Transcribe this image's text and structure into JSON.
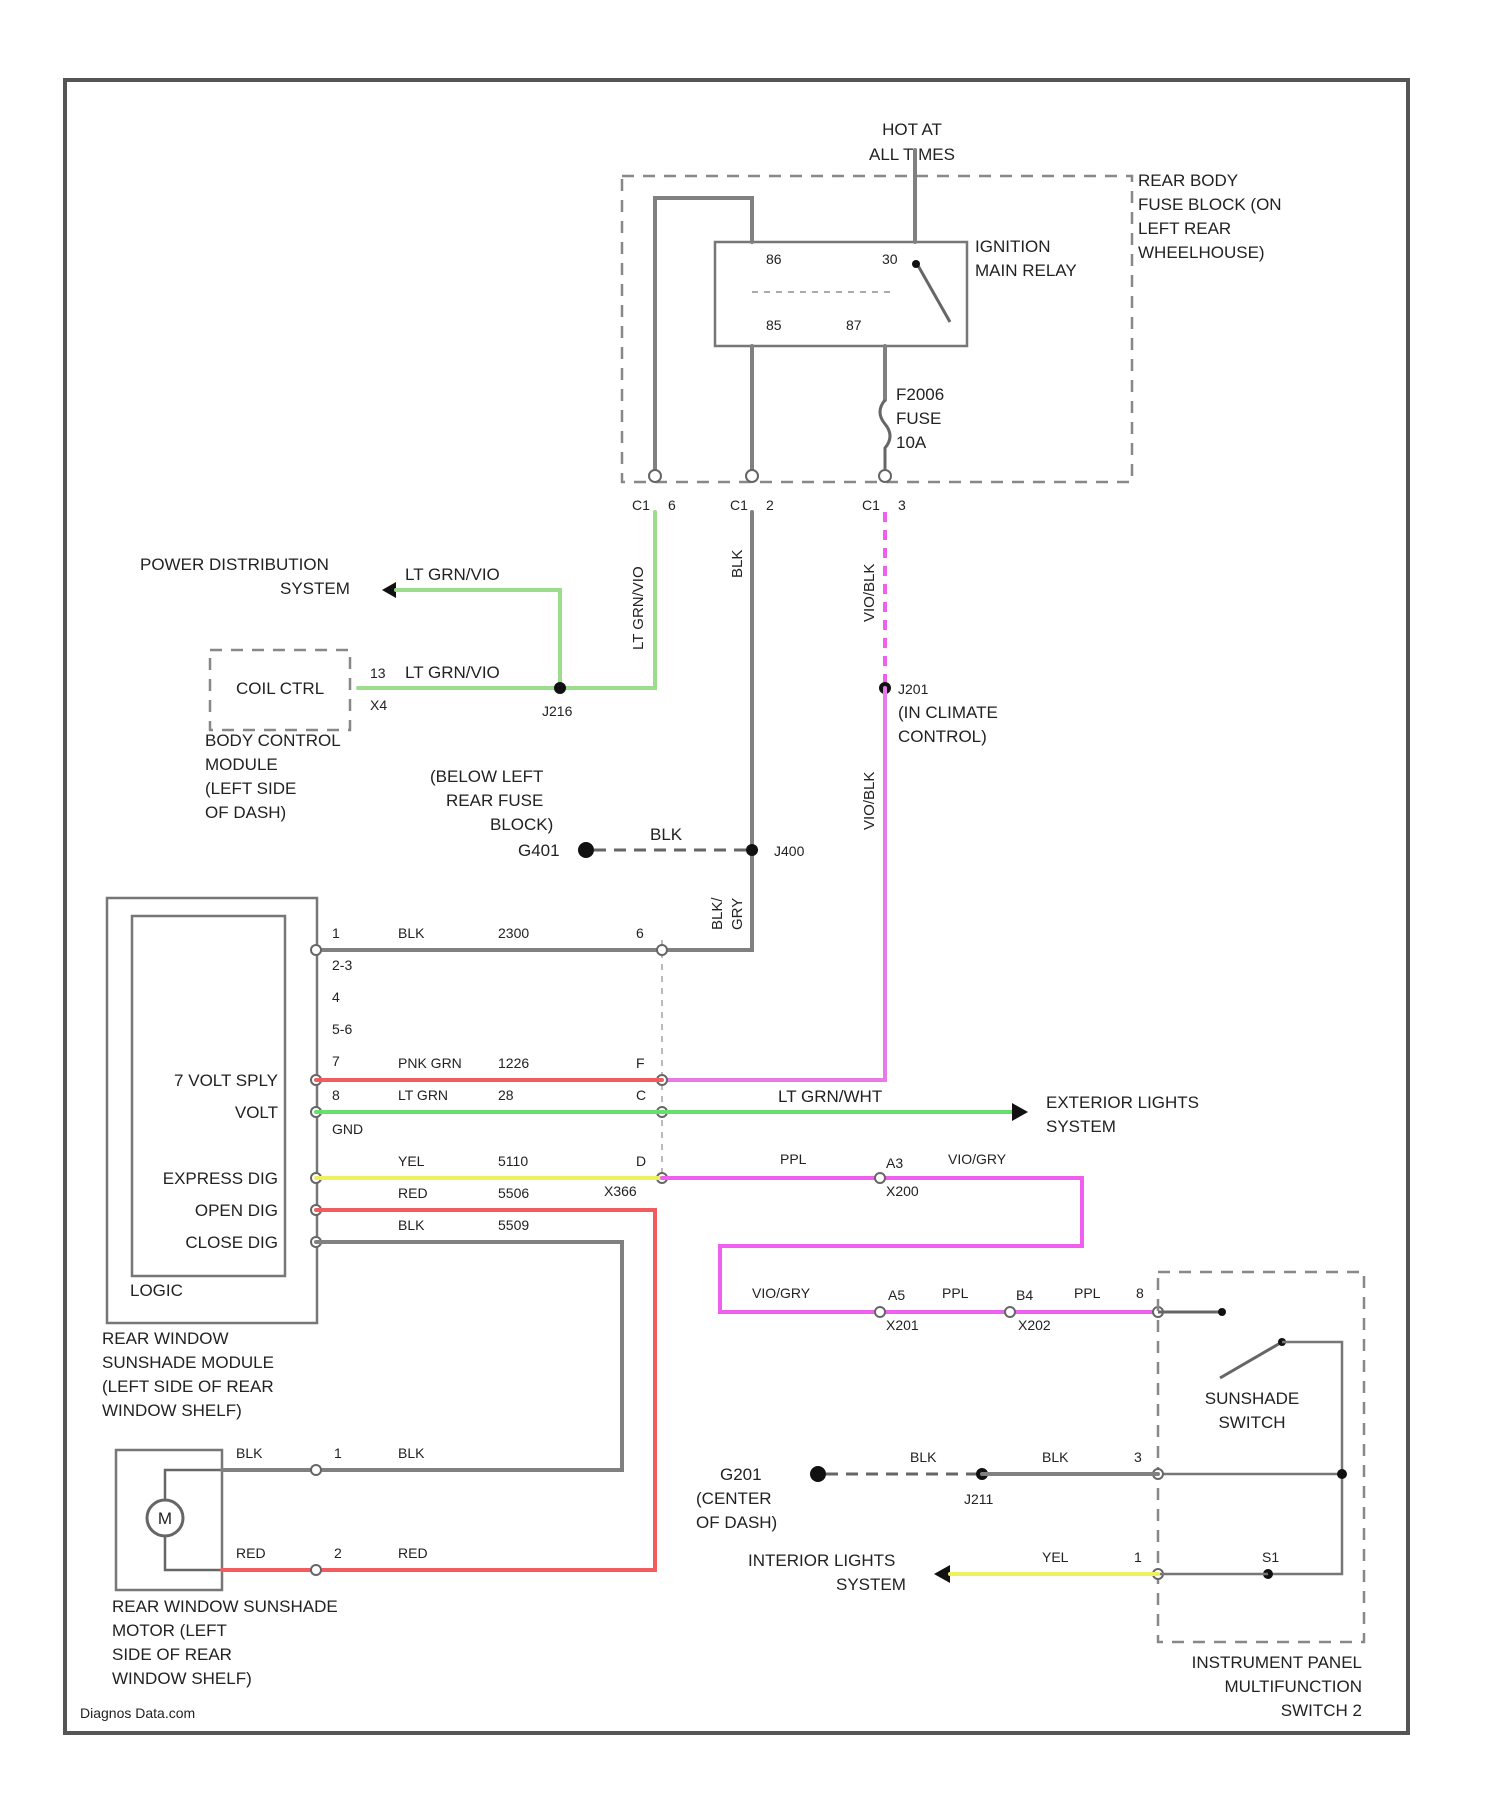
{
  "source": "Diagnos Data.com",
  "power": {
    "hot_line1": "HOT AT",
    "hot_line2": "ALL TIMES"
  },
  "fuse_block": {
    "label": [
      "REAR BODY",
      "FUSE BLOCK (ON",
      "LEFT REAR",
      "WHEELHOUSE)"
    ],
    "relay_label": [
      "IGNITION",
      "MAIN RELAY"
    ],
    "relay_pins": [
      "86",
      "30",
      "85",
      "87"
    ],
    "fuse_label": [
      "F2006",
      "FUSE",
      "10A"
    ],
    "connector_ids": [
      "C1",
      "C1",
      "C1"
    ],
    "connector_pins": [
      "6",
      "2",
      "3"
    ]
  },
  "power_distribution": {
    "line1": "POWER DISTRIBUTION",
    "line2": "SYSTEM",
    "wire": "LT GRN/VIO"
  },
  "bcm": {
    "inner_label": "COIL CTRL",
    "pin": "13",
    "connector": "X4",
    "wire": "LT GRN/VIO",
    "splice": "J216",
    "label": [
      "BODY CONTROL",
      "MODULE",
      "(LEFT SIDE",
      "OF DASH)"
    ]
  },
  "vertical_wires": {
    "green": "LT GRN/VIO",
    "blk": "BLK",
    "violet_top": "VIO/BLK",
    "violet_mid": "VIO/BLK"
  },
  "climate": {
    "splice": "J201",
    "line1": "(IN CLIMATE",
    "line2": "CONTROL)"
  },
  "ground1": {
    "label": [
      "(BELOW LEFT",
      "REAR FUSE",
      "BLOCK)"
    ],
    "id": "G401",
    "wire": "BLK",
    "splice": "J400",
    "vert_wire": [
      "BLK/",
      "GRY"
    ]
  },
  "module": {
    "pins": [
      "1",
      "2-3",
      "4",
      "5-6",
      "7",
      "8",
      "",
      "",
      "",
      ""
    ],
    "labels": [
      "7 VOLT SPLY",
      "VOLT",
      "EXPRESS DIG",
      "OPEN DIG",
      "CLOSE DIG"
    ],
    "gnd_label": "GND",
    "logic_label": "LOGIC",
    "name": [
      "REAR WINDOW",
      "SUNSHADE MODULE",
      "(LEFT SIDE OF REAR",
      "WINDOW SHELF)"
    ]
  },
  "module_wires": [
    {
      "color": "BLK",
      "circuit": "2300",
      "pin": "6"
    },
    {
      "color": "PNK GRN",
      "circuit": "1226",
      "pin": "F"
    },
    {
      "color": "LT GRN",
      "circuit": "28",
      "pin": "C"
    },
    {
      "color": "YEL",
      "circuit": "5110",
      "pin": "D"
    },
    {
      "color": "RED",
      "circuit": "5506",
      "pin": ""
    },
    {
      "color": "BLK",
      "circuit": "5509",
      "pin": ""
    }
  ],
  "connector_x366": "X366",
  "exterior_lights": {
    "wire": "LT GRN/WHT",
    "line1": "EXTERIOR LIGHTS",
    "line2": "SYSTEM"
  },
  "ppl_path": {
    "wire1": "PPL",
    "pin_a": "A3",
    "conn_a": "X200",
    "wire2": "VIO/GRY",
    "wire3": "VIO/GRY",
    "pin_b": "A5",
    "conn_b": "X201",
    "wire4": "PPL",
    "pin_c": "B4",
    "conn_c": "X202",
    "wire5": "PPL",
    "pin_d": "8"
  },
  "switch": {
    "label": [
      "SUNSHADE",
      "SWITCH"
    ],
    "name": [
      "INSTRUMENT PANEL",
      "MULTIFUNCTION",
      "SWITCH 2"
    ],
    "pin_gnd": "3",
    "pin_lt": "1",
    "led_pin": "S1"
  },
  "ground2": {
    "id": "G201",
    "label": [
      "(CENTER",
      "OF DASH)"
    ],
    "wire1": "BLK",
    "splice": "J211",
    "wire2": "BLK"
  },
  "interior_lights": {
    "line1": "INTERIOR LIGHTS",
    "line2": "SYSTEM",
    "wire": "YEL"
  },
  "motor": {
    "symbol": "M",
    "wire_blk_left": "BLK",
    "pin1": "1",
    "wire_blk_right": "BLK",
    "wire_red_left": "RED",
    "pin2": "2",
    "wire_red_right": "RED",
    "name": [
      "REAR WINDOW SUNSHADE",
      "MOTOR (LEFT",
      "SIDE OF REAR",
      "WINDOW SHELF)"
    ]
  }
}
